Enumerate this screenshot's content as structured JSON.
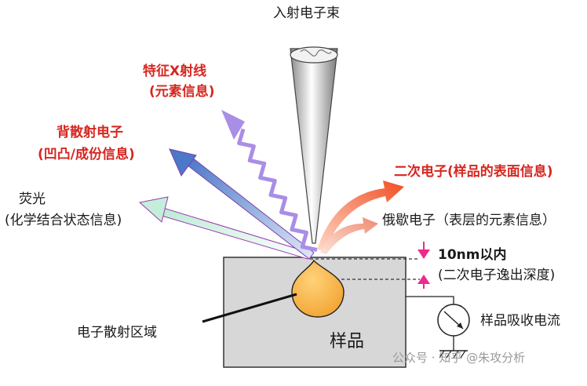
{
  "diagram": {
    "incident_beam": "入射电子束",
    "xray": {
      "title": "特征X射线",
      "info": "(元素信息)"
    },
    "backscatter": {
      "title": "背散射电子",
      "info": "(凹凸/成份信息)"
    },
    "fluorescence": {
      "title": "荧光",
      "info": "(化学结合状态信息)"
    },
    "secondary": "二次电子(样品的表面信息)",
    "auger": "俄歇电子（表层的元素信息）",
    "depth": {
      "value": "10nm以内",
      "note": "(二次电子逸出深度)"
    },
    "scatter_region": "电子散射区域",
    "sample": "样品",
    "current": "样品吸收电流",
    "watermark": "公众号 · 知乎 @朱攻分析"
  },
  "colors": {
    "xray": "#a98ee6",
    "backscatter": "#4b78c9",
    "fluorescence": "#cdf0df",
    "secondary": "#f04e22",
    "auger": "#f08a70",
    "label_red": "#d6261f",
    "depth_arrow": "#ee2a8c",
    "scatter_region": "#f4b554",
    "sample_fill": "#d7d7d7"
  }
}
